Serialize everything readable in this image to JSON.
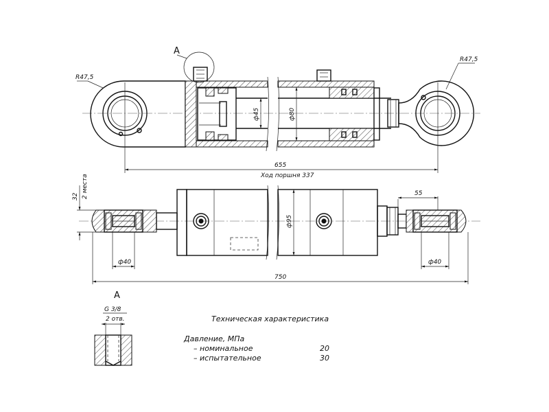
{
  "top_view": {
    "radius_left": "R47,5",
    "radius_right": "R47,5",
    "rod_dia": "ф45",
    "bore_dia": "ф80",
    "length_dim": "655",
    "stroke_label": "Ход поршня 337",
    "detail_label": "А"
  },
  "front_view": {
    "dim_32": "32",
    "places_label": "2 места",
    "pin_left": "ф40",
    "pin_right": "ф40",
    "dim_55": "55",
    "body_dia": "ф95",
    "overall_length": "750"
  },
  "detail": {
    "label": "А",
    "thread": "G 3/8",
    "count": "2 отв."
  },
  "specs": {
    "title": "Техническая характеристика",
    "pressure_header": "Давление, МПа",
    "rows": [
      {
        "label": "– номинальное",
        "value": "20"
      },
      {
        "label": "– испытательное",
        "value": "30"
      }
    ]
  }
}
